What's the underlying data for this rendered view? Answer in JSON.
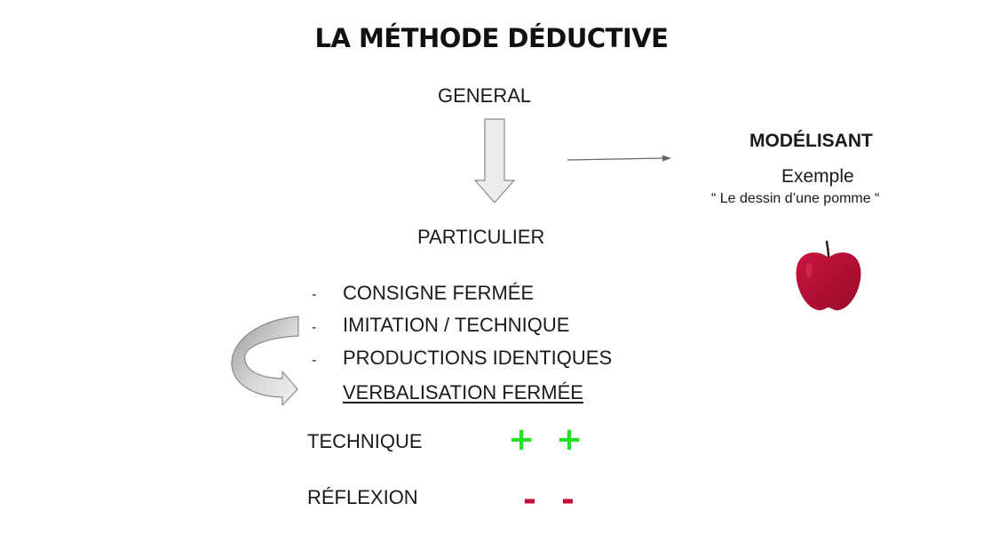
{
  "title": "LA MÉTHODE DÉDUCTIVE",
  "general": "GENERAL",
  "particulier": "PARTICULIER",
  "modelisant": {
    "heading": "MODÉLISANT",
    "example_label": "Exemple",
    "example_quote": "“ Le dessin d’une pomme “"
  },
  "list": {
    "bullet": "-",
    "items": [
      {
        "text": "CONSIGNE FERMÉE",
        "bulleted": true,
        "underlined": false
      },
      {
        "text": "IMITATION / TECHNIQUE",
        "bulleted": true,
        "underlined": false
      },
      {
        "text": "PRODUCTIONS IDENTIQUES",
        "bulleted": true,
        "underlined": false
      },
      {
        "text": "VERBALISATION FERMÉE",
        "bulleted": false,
        "underlined": true
      }
    ]
  },
  "ratings": {
    "technique": {
      "label": "TECHNIQUE",
      "signs": [
        "+",
        "+"
      ],
      "color": "#22e022"
    },
    "reflexion": {
      "label": "RÉFLEXION",
      "signs": [
        "-",
        "-"
      ],
      "color": "#c40d3a"
    }
  },
  "icons": {
    "down_arrow": "block-down-arrow-icon",
    "right_arrow": "thin-right-arrow-icon",
    "curved_arrow": "curved-return-arrow-icon",
    "apple": "apple-icon"
  },
  "colors": {
    "apple": "#b30d33",
    "arrow_fill": "#ececec",
    "arrow_stroke": "#8a8a8a"
  }
}
